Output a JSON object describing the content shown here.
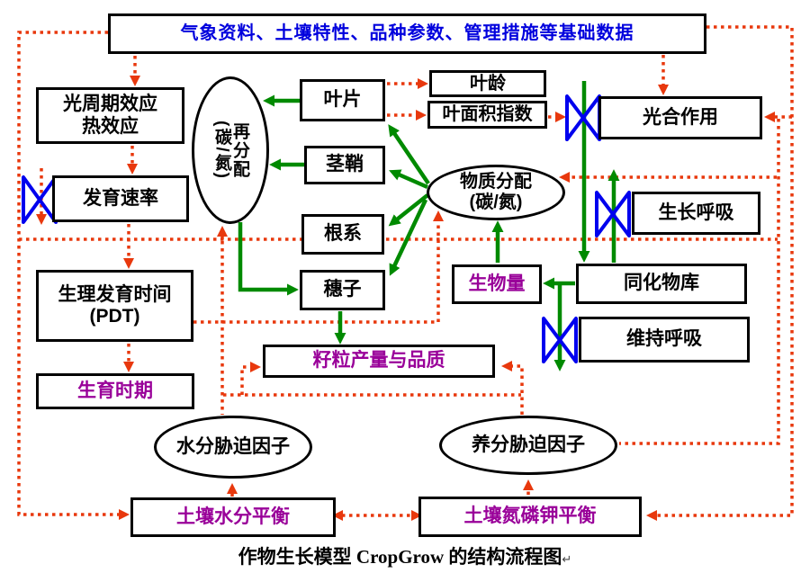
{
  "diagram": {
    "caption": "作物生长模型 CropGrow 的结构流程图",
    "return_mark": "↵",
    "nodes": {
      "base_data": "气象资料、土壤特性、品种参数、管理措施等基础数据",
      "photoperiod": "光周期效应",
      "thermal": "热效应",
      "dev_rate": "发育速率",
      "pdt_line1": "生理发育时间",
      "pdt_line2": "(PDT)",
      "growth_stage": "生育时期",
      "leaf": "叶片",
      "leaf_age": "叶龄",
      "lai": "叶面积指数",
      "stem_sheath": "茎鞘",
      "root": "根系",
      "spike": "穗子",
      "redistribution": "再分配\n(碳/氮)",
      "allocation_line1": "物质分配",
      "allocation_line2": "(碳/氮)",
      "yield_quality": "籽粒产量与品质",
      "photosynthesis": "光合作用",
      "growth_respiration": "生长呼吸",
      "assimilate_pool": "同化物库",
      "maintenance_respiration": "维持呼吸",
      "biomass": "生物量",
      "water_stress": "水分胁迫因子",
      "nutrient_stress": "养分胁迫因子",
      "soil_water": "土壤水分平衡",
      "soil_npk": "土壤氮磷钾平衡"
    },
    "colors": {
      "info_link": "#E8380D",
      "material_flow": "#008A00",
      "valve": "#0000EE",
      "base_data_text": "#0000DD",
      "state_text": "#990099",
      "node_border": "#000000"
    }
  }
}
